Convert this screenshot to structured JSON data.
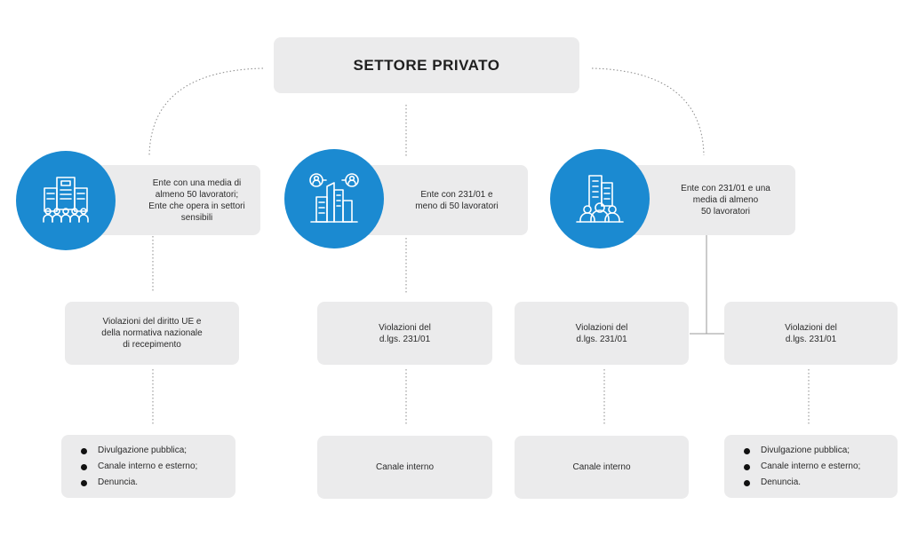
{
  "title": "SETTORE PRIVATO",
  "branches": [
    {
      "icon": "office-building-people-icon",
      "entity": [
        "Ente con una media di",
        "almeno 50 lavoratori;",
        "Ente che opera in settori",
        "sensibili"
      ],
      "violations": [
        "Violazioni del diritto UE e",
        "della normativa nazionale",
        "di recepimento"
      ],
      "channels": [
        "Divulgazione pubblica;",
        "Canale interno e esterno;",
        "Denuncia."
      ]
    },
    {
      "icon": "city-buildings-users-icon",
      "entity": [
        "Ente con 231/01 e",
        "meno di 50 lavoratori"
      ],
      "violations": [
        "Violazioni del",
        "d.lgs. 231/01"
      ],
      "channel": "Canale interno"
    },
    {
      "icon": "skyscraper-group-icon",
      "entity": [
        "Ente con 231/01 e una",
        "media di almeno",
        "50 lavoratori"
      ],
      "violations_a": [
        "Violazioni del",
        "d.lgs. 231/01"
      ],
      "channel_a": "Canale interno",
      "violations_b": [
        "Violazioni del",
        "d.lgs. 231/01"
      ],
      "channels_b": [
        "Divulgazione pubblica;",
        "Canale interno e esterno;",
        "Denuncia."
      ]
    }
  ],
  "colors": {
    "accent": "#1b8ad1",
    "box": "#ebebec"
  }
}
